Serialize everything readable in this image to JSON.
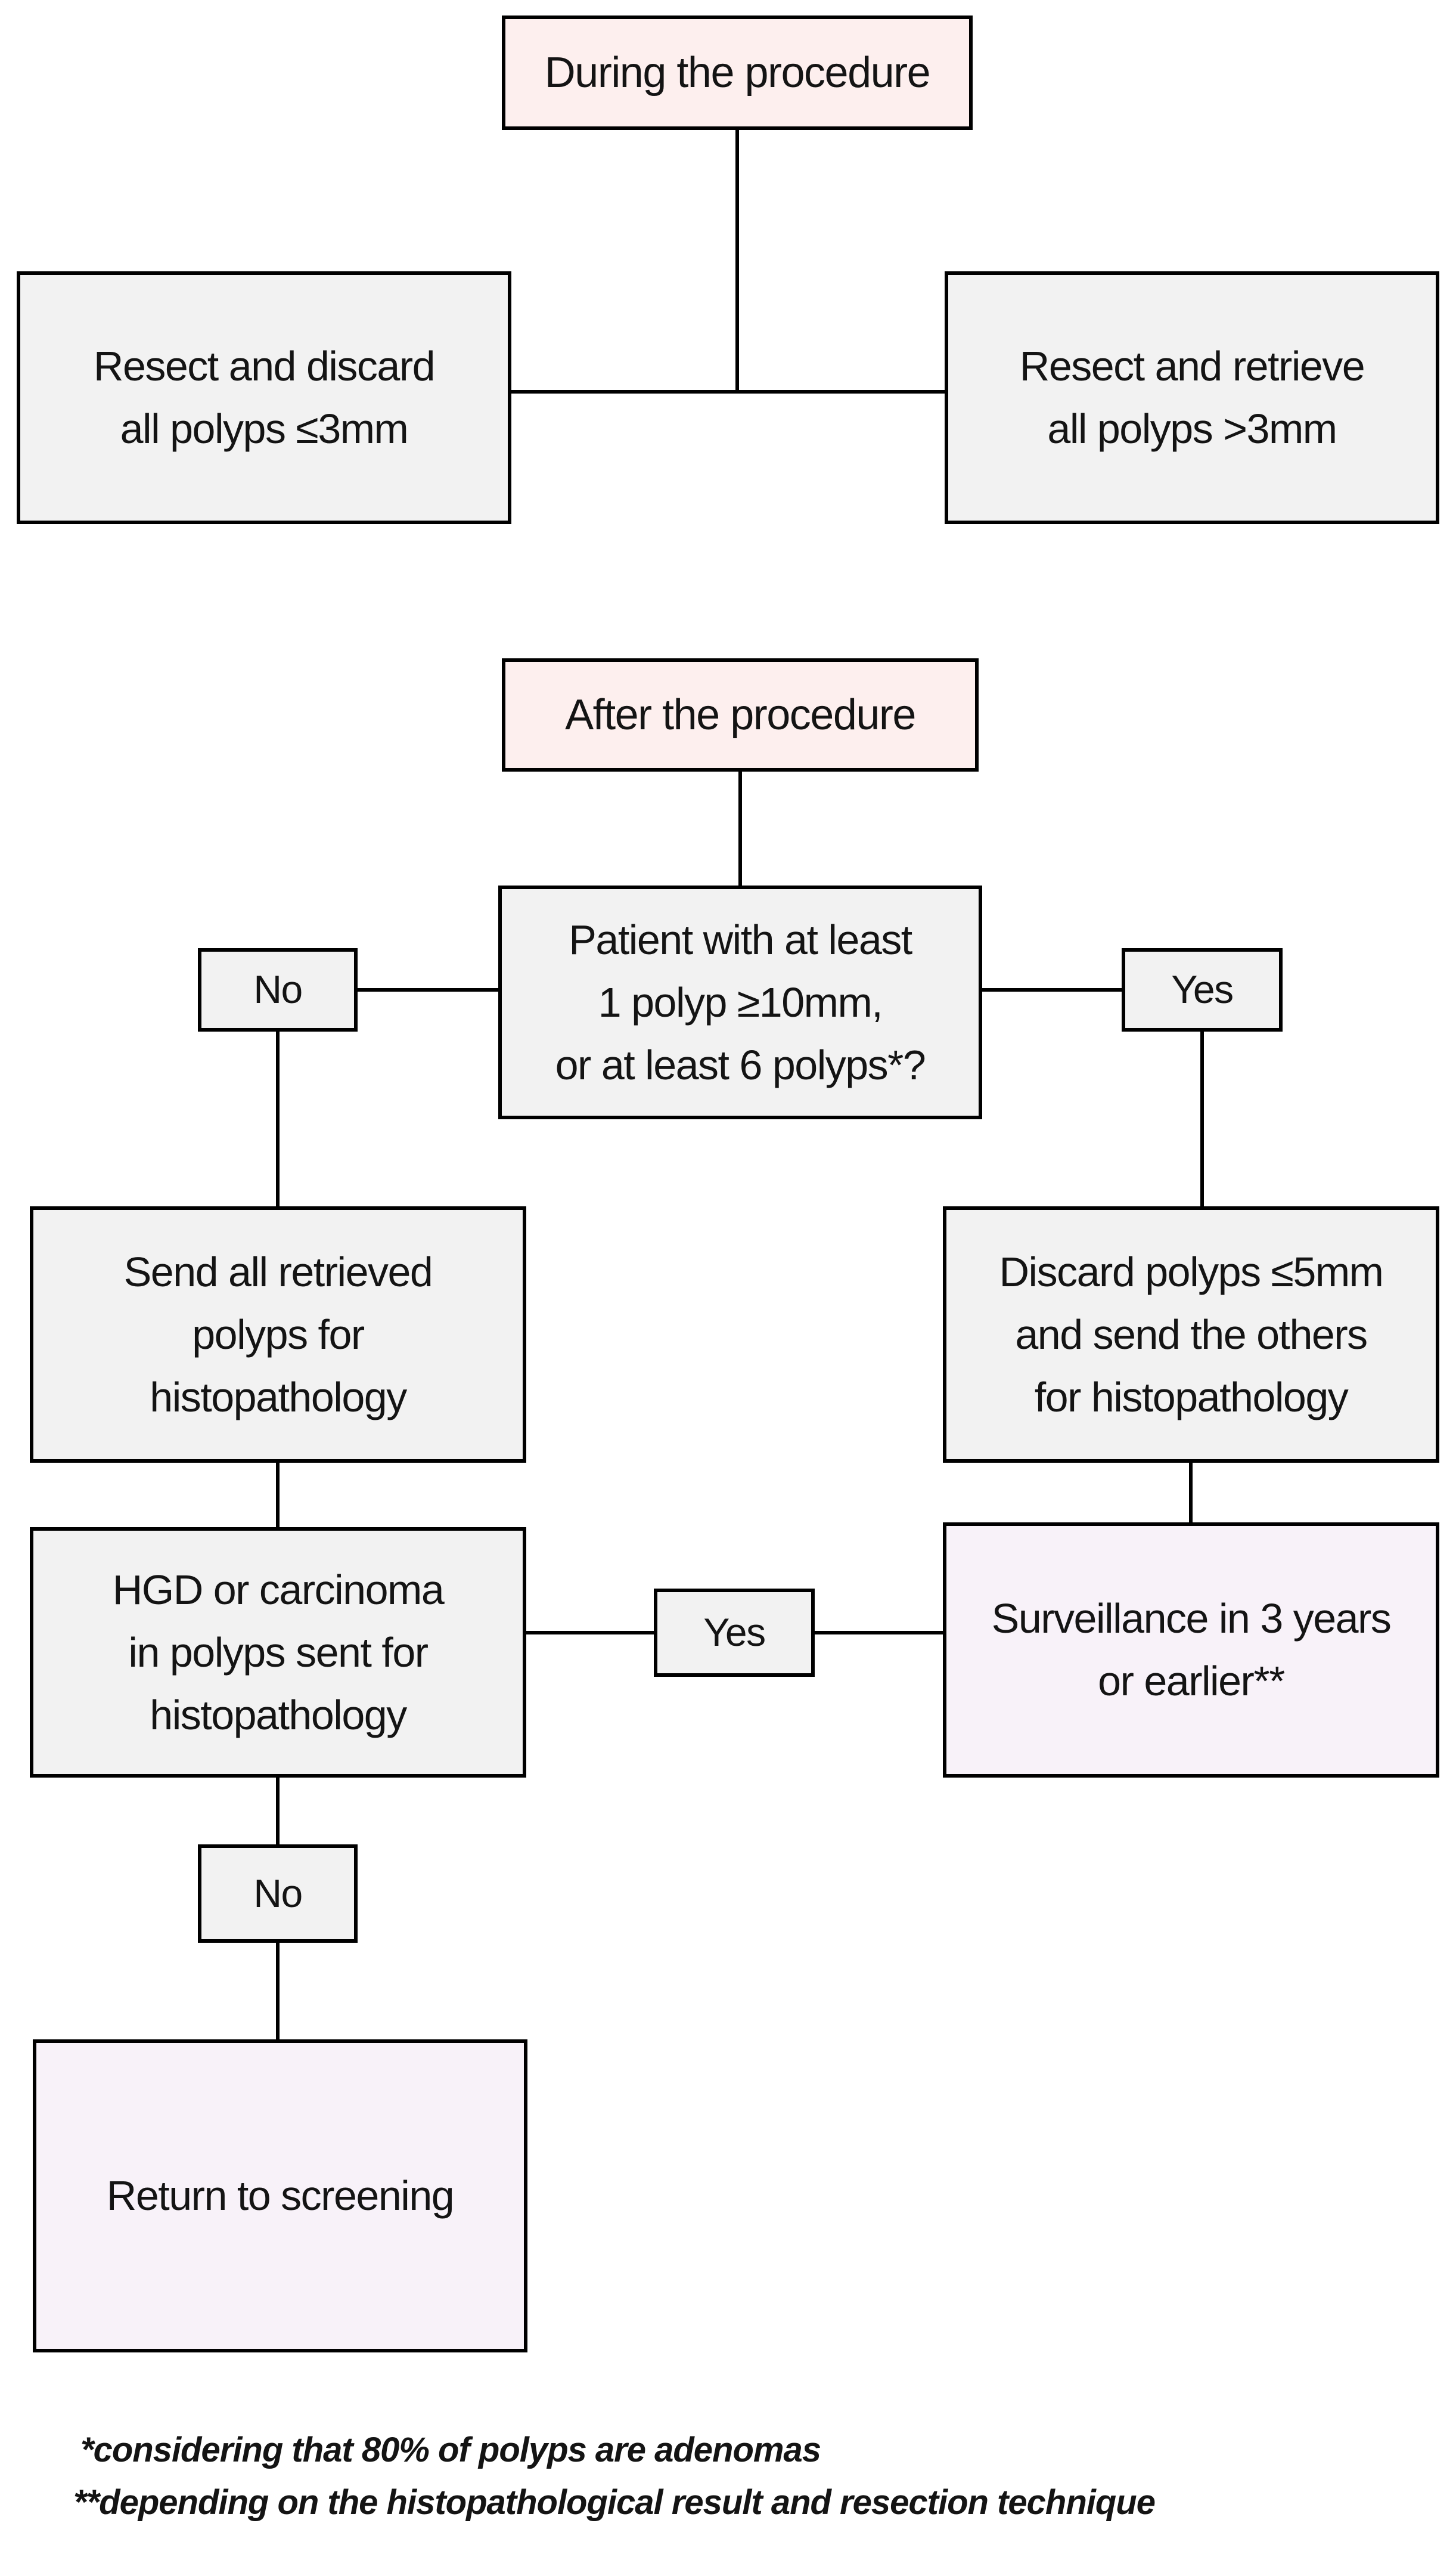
{
  "diagram": {
    "nodes": {
      "during": {
        "label": "During the procedure"
      },
      "resect_discard": {
        "label": "Resect and discard\nall polyps ≤3mm"
      },
      "resect_retrieve": {
        "label": "Resect and retrieve\nall polyps >3mm"
      },
      "after": {
        "label": "After the procedure"
      },
      "patient_question": {
        "label": "Patient with at least\n1 polyp ≥10mm,\nor at least 6 polyps*?"
      },
      "no_1": {
        "label": "No"
      },
      "yes_1": {
        "label": "Yes"
      },
      "send_all": {
        "label": "Send all retrieved\npolyps for\nhistopathology"
      },
      "discard_small": {
        "label": "Discard polyps ≤5mm\nand send the others\nfor histopathology"
      },
      "hgd": {
        "label": "HGD or carcinoma\nin polyps sent for\nhistopathology"
      },
      "yes_2": {
        "label": "Yes"
      },
      "surveillance": {
        "label": "Surveillance in 3 years\nor earlier**"
      },
      "no_2": {
        "label": "No"
      },
      "return_screening": {
        "label": "Return to screening"
      }
    },
    "footnotes": [
      "*considering that 80% of polyps are adenomas",
      "**depending on the histopathological result and resection technique"
    ],
    "colors": {
      "phase_fill": "#fdefee",
      "step_fill": "#f2f2f2",
      "outcome_fill": "#f8f2f9",
      "border": "#000000",
      "connector": "#000000",
      "background": "#ffffff"
    }
  }
}
